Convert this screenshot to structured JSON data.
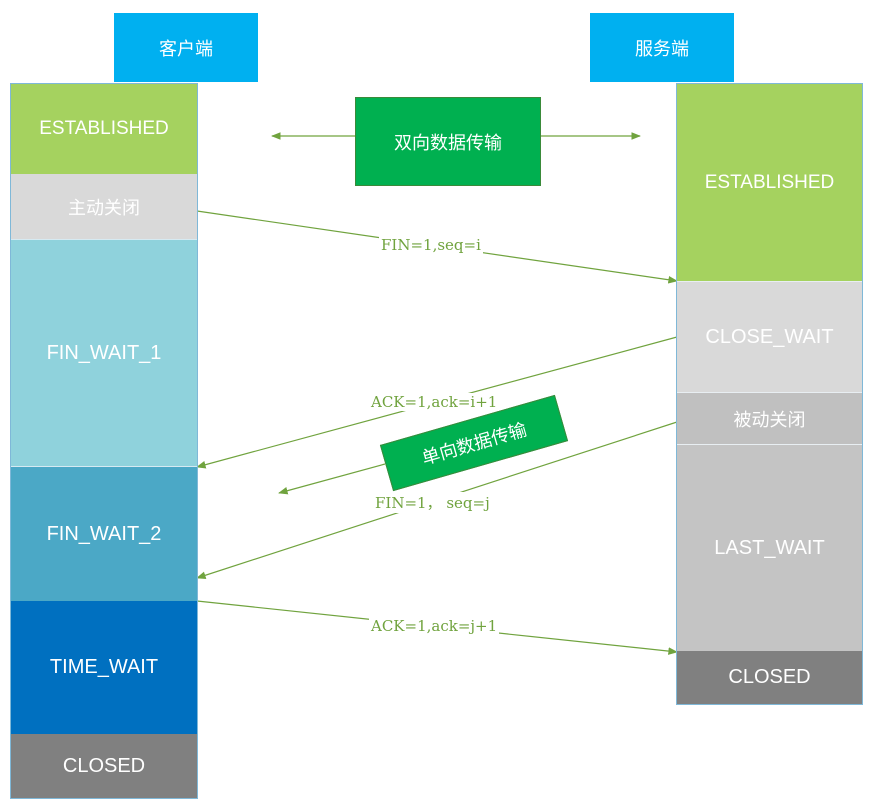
{
  "colors": {
    "header": "#00b0f0",
    "established": "#a5d25f",
    "close_segment": "#d9d9d9",
    "fin_wait_1": "#8fd2dc",
    "fin_wait_2": "#4ba8c6",
    "time_wait": "#0070c0",
    "closed": "#808080",
    "close_wait": "#d9d9d9",
    "passive_close": "#c0c0c0",
    "last_wait": "#c4c4c4",
    "transfer_box": "#00b050",
    "arrow": "#70a33e"
  },
  "client": {
    "header": "客户端",
    "states": {
      "established": "ESTABLISHED",
      "active_close": "主动关闭",
      "fin_wait_1": "FIN_WAIT_1",
      "fin_wait_2": "FIN_WAIT_2",
      "time_wait": "TIME_WAIT",
      "closed": "CLOSED"
    }
  },
  "server": {
    "header": "服务端",
    "states": {
      "established": "ESTABLISHED",
      "close_wait": "CLOSE_WAIT",
      "passive_close": "被动关闭",
      "last_wait": "LAST_WAIT",
      "closed": "CLOSED"
    }
  },
  "transfer": {
    "bidirectional": "双向数据传输",
    "unidirectional": "单向数据传输"
  },
  "messages": {
    "fin1": "FIN=1,seq=i",
    "ack1": "ACK=1,ack=i+1",
    "fin2": "FIN=1， seq=j",
    "ack2": "ACK=1,ack=j+1"
  }
}
